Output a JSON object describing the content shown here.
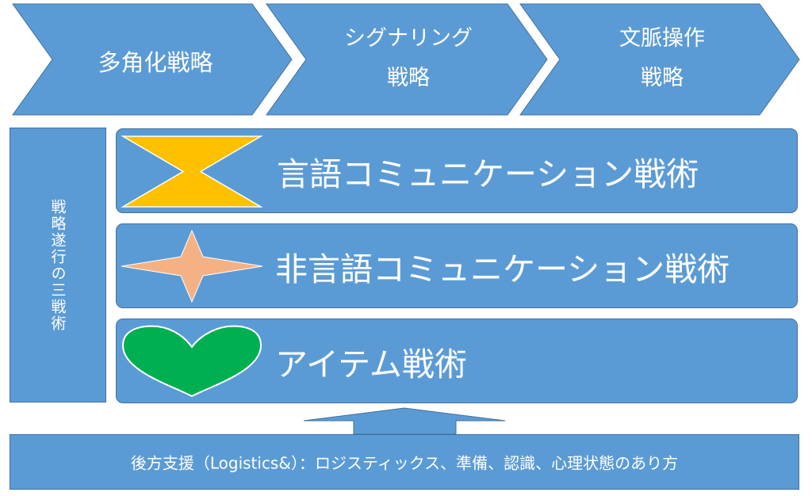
{
  "chevrons": [
    {
      "lines": [
        "多角化戦略"
      ]
    },
    {
      "lines": [
        "シグナリング",
        "戦略"
      ]
    },
    {
      "lines": [
        "文脈操作",
        "戦略"
      ]
    }
  ],
  "sidebar": {
    "label": "戦略遂行の三戦術"
  },
  "tactics": [
    {
      "label": "言語コミュニケーション戦術",
      "icon": "hourglass-icon",
      "icon_color": "#ffc000"
    },
    {
      "label": "非言語コミュニケーション戦術",
      "icon": "star-icon",
      "icon_color": "#f4b183"
    },
    {
      "label": "アイテム戦術",
      "icon": "heart-icon",
      "icon_color": "#00b050"
    }
  ],
  "foundation": {
    "label": "後方支援（Logistics&）：ロジスティックス、準備、認識、心理状態のあり方"
  },
  "colors": {
    "box_fill": "#5b9bd5",
    "box_border": "#41719c",
    "text": "#ffffff"
  }
}
